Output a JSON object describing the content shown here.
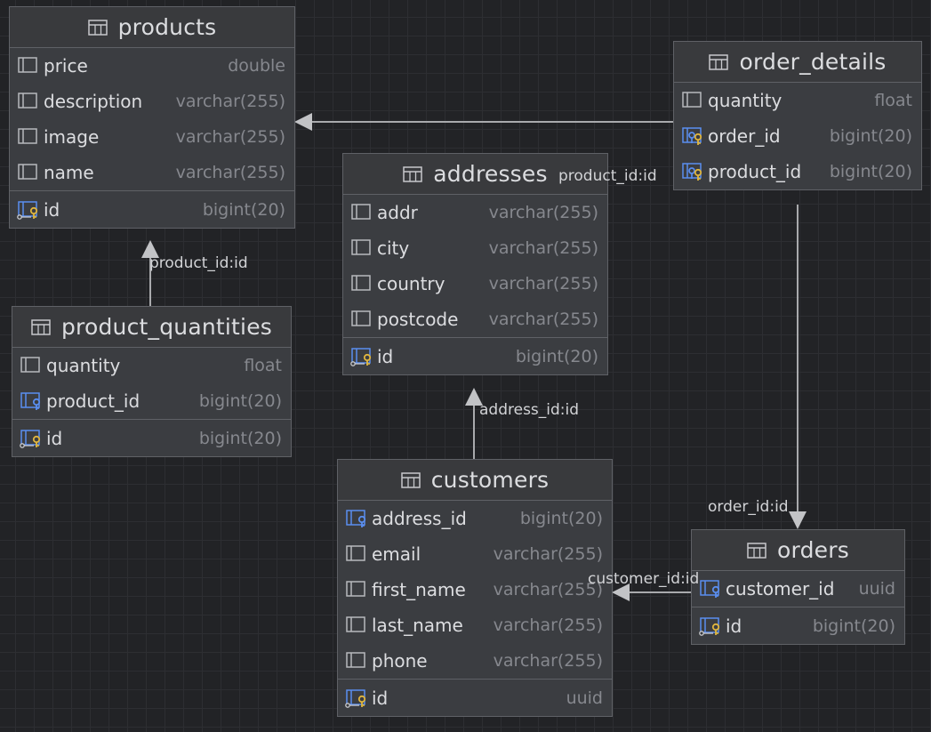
{
  "colors": {
    "background": "#222326",
    "table_body": "#3b3d41",
    "border": "#5f6166",
    "text": "#dcdde0",
    "type_text": "#86888e",
    "edge": "#a9aaad",
    "key_blue": "#5a8ef0",
    "key_gold": "#e0b63e"
  },
  "tables": {
    "products": {
      "name": "products",
      "columns": [
        {
          "name": "price",
          "type": "double",
          "icon": "column-icon"
        },
        {
          "name": "description",
          "type": "varchar(255)",
          "icon": "column-icon"
        },
        {
          "name": "image",
          "type": "varchar(255)",
          "icon": "column-icon"
        },
        {
          "name": "name",
          "type": "varchar(255)",
          "icon": "column-icon"
        },
        {
          "name": "id",
          "type": "bigint(20)",
          "icon": "primary-key-icon"
        }
      ]
    },
    "order_details": {
      "name": "order_details",
      "columns": [
        {
          "name": "quantity",
          "type": "float",
          "icon": "column-icon"
        },
        {
          "name": "order_id",
          "type": "bigint(20)",
          "icon": "primary-foreign-key-icon"
        },
        {
          "name": "product_id",
          "type": "bigint(20)",
          "icon": "primary-foreign-key-icon"
        }
      ]
    },
    "addresses": {
      "name": "addresses",
      "columns": [
        {
          "name": "addr",
          "type": "varchar(255)",
          "icon": "column-icon"
        },
        {
          "name": "city",
          "type": "varchar(255)",
          "icon": "column-icon"
        },
        {
          "name": "country",
          "type": "varchar(255)",
          "icon": "column-icon"
        },
        {
          "name": "postcode",
          "type": "varchar(255)",
          "icon": "column-icon"
        },
        {
          "name": "id",
          "type": "bigint(20)",
          "icon": "primary-key-icon"
        }
      ]
    },
    "product_quantities": {
      "name": "product_quantities",
      "columns": [
        {
          "name": "quantity",
          "type": "float",
          "icon": "column-icon"
        },
        {
          "name": "product_id",
          "type": "bigint(20)",
          "icon": "foreign-key-icon"
        },
        {
          "name": "id",
          "type": "bigint(20)",
          "icon": "primary-key-icon"
        }
      ]
    },
    "customers": {
      "name": "customers",
      "columns": [
        {
          "name": "address_id",
          "type": "bigint(20)",
          "icon": "foreign-key-icon"
        },
        {
          "name": "email",
          "type": "varchar(255)",
          "icon": "column-icon"
        },
        {
          "name": "first_name",
          "type": "varchar(255)",
          "icon": "column-icon"
        },
        {
          "name": "last_name",
          "type": "varchar(255)",
          "icon": "column-icon"
        },
        {
          "name": "phone",
          "type": "varchar(255)",
          "icon": "column-icon"
        },
        {
          "name": "id",
          "type": "uuid",
          "icon": "primary-key-icon"
        }
      ]
    },
    "orders": {
      "name": "orders",
      "columns": [
        {
          "name": "customer_id",
          "type": "uuid",
          "icon": "foreign-key-icon"
        },
        {
          "name": "id",
          "type": "bigint(20)",
          "icon": "primary-key-icon"
        }
      ]
    }
  },
  "edges": {
    "order_details_to_products": {
      "label": "product_id:id"
    },
    "product_quantities_to_products": {
      "label": "product_id:id"
    },
    "customers_to_addresses": {
      "label": "address_id:id"
    },
    "order_details_to_orders": {
      "label": "order_id:id"
    },
    "orders_to_customers": {
      "label": "customer_id:id"
    }
  }
}
